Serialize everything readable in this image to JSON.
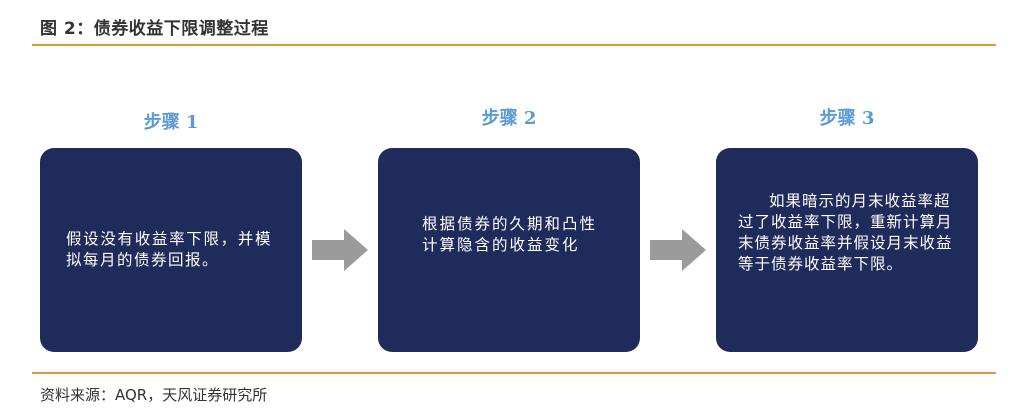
{
  "header": {
    "title": "图 2：债券收益下限调整过程"
  },
  "steps": [
    {
      "label": "步骤 1",
      "text": "假设没有收益率下限，并模拟每月的债券回报。"
    },
    {
      "label": "步骤 2",
      "text": "根据债券的久期和凸性计算隐含的收益变化"
    },
    {
      "label": "步骤 3",
      "text": "如果暗示的月末收益率超过了收益率下限，重新计算月末债券收益率并假设月末收益等于债券收益率下限。"
    }
  ],
  "footer": {
    "source": "资料来源：AQR，天风证券研究所"
  },
  "colors": {
    "box_fill": "#1f2b5b",
    "step_label": "#5b9bd5",
    "rule": "#e8963a",
    "arrow": "#9b9b9b"
  },
  "icons": {
    "arrow": "arrow-right-icon"
  }
}
